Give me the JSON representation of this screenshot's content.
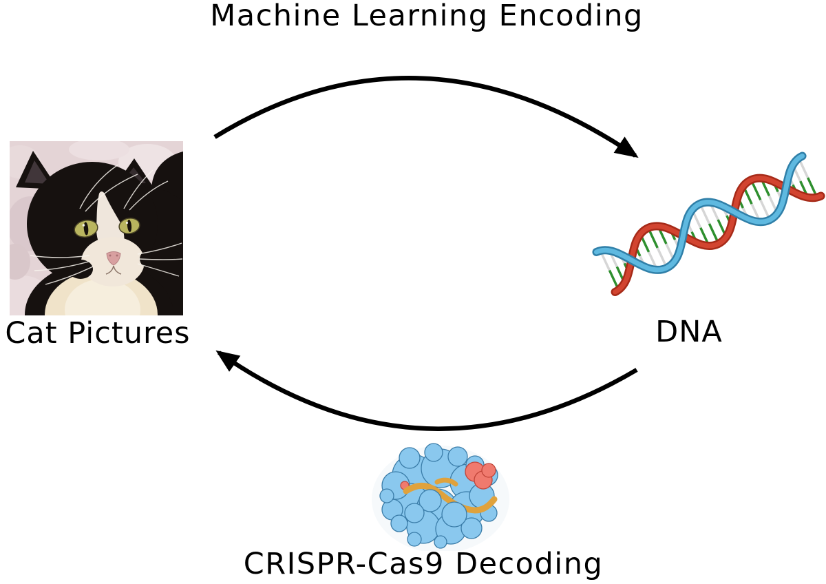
{
  "diagram": {
    "title": "Machine Learning Encoding",
    "bottom_label": "CRISPR-Cas9 Decoding",
    "nodes": {
      "left": {
        "label": "Cat Pictures",
        "image": "tuxedo-cat-photo"
      },
      "right": {
        "label": "DNA",
        "image": "dna-double-helix"
      },
      "bottom": {
        "image": "crispr-cas9-protein"
      }
    },
    "arrows": [
      {
        "name": "encode-arrow",
        "from": "Cat Pictures",
        "to": "DNA",
        "label": "Machine Learning Encoding",
        "direction": "left-to-right",
        "curve": "over-top"
      },
      {
        "name": "decode-arrow",
        "from": "DNA",
        "to": "Cat Pictures",
        "label": "CRISPR-Cas9 Decoding",
        "direction": "right-to-left",
        "curve": "under-bottom"
      }
    ],
    "colors": {
      "background": "#ffffff",
      "text": "#000000",
      "arrow": "#000000",
      "dna_red": "#c9331f",
      "dna_blue": "#4aa6cc",
      "dna_rung_green": "#2e8f2e",
      "dna_rung_white": "#d6d6d6",
      "protein_blue": "#85c6ed",
      "protein_orange": "#e0a23c",
      "protein_red": "#ee6a5f",
      "cat_photo_bg": "#e4d4d6",
      "cat_fur_black": "#16110f",
      "cat_chest_cream": "#f0e3c9",
      "cat_eye_green": "#b9b55f",
      "cat_nose_pink": "#d8a0a0"
    }
  }
}
